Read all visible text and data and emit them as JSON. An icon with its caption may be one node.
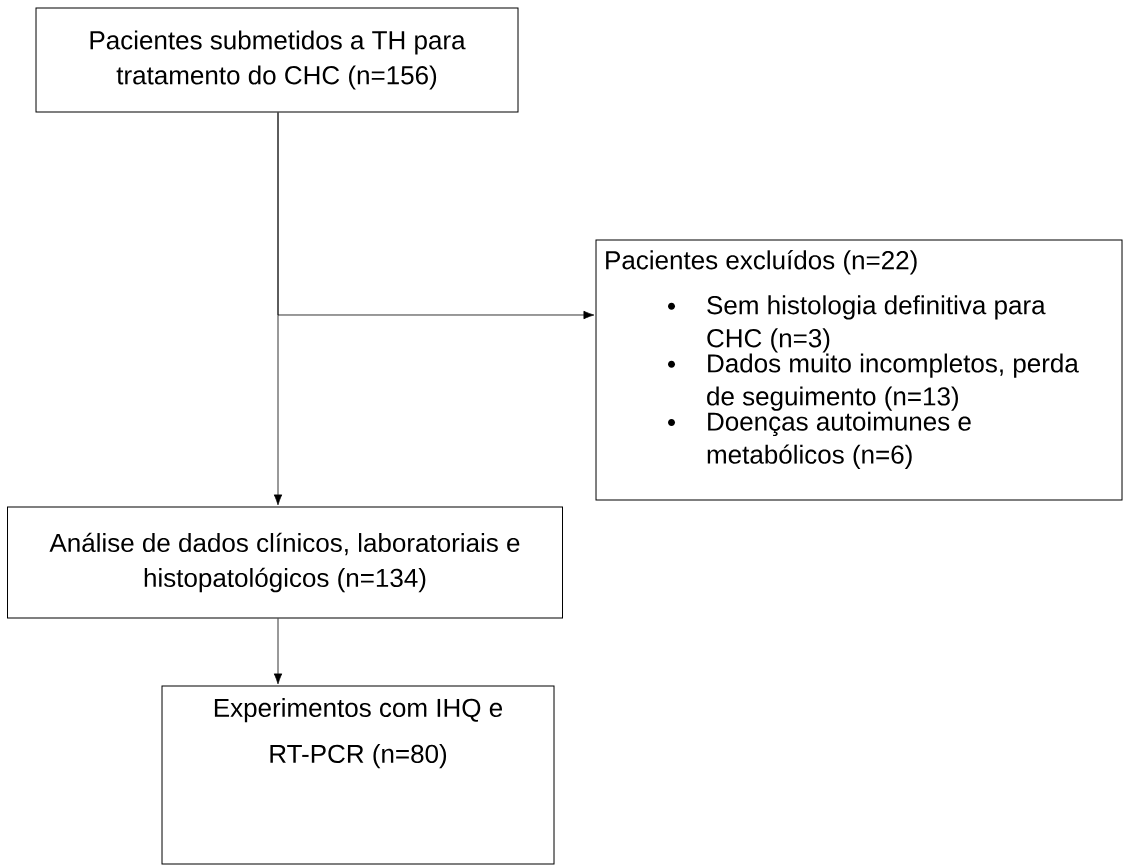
{
  "diagram": {
    "nodes": [
      {
        "text": [
          "Pacientes submetidos a TH para tratamento do CHC (n=156)"
        ]
      },
      {
        "text": [
          "Pacientes excluídos (n=22)",
          "Sem histologia definitiva para CHC (n=3)",
          "Dados muito incompletos, perda de seguimento (n=13)",
          "Doenças autoimunes e metabólicos (n=6)"
        ]
      },
      {
        "text": [
          "Análise de dados clínicos, laboratoriais e histopatológicos (n=134)"
        ]
      },
      {
        "text": [
          "Experimentos com IHQ e RT-PCR (n=80)"
        ]
      }
    ],
    "edges": [
      {
        "from": 0,
        "to": 2,
        "arrow": "to"
      },
      {
        "from": 0,
        "to": 1,
        "arrow": "to"
      },
      {
        "from": 2,
        "to": 3,
        "arrow": "to"
      }
    ]
  }
}
